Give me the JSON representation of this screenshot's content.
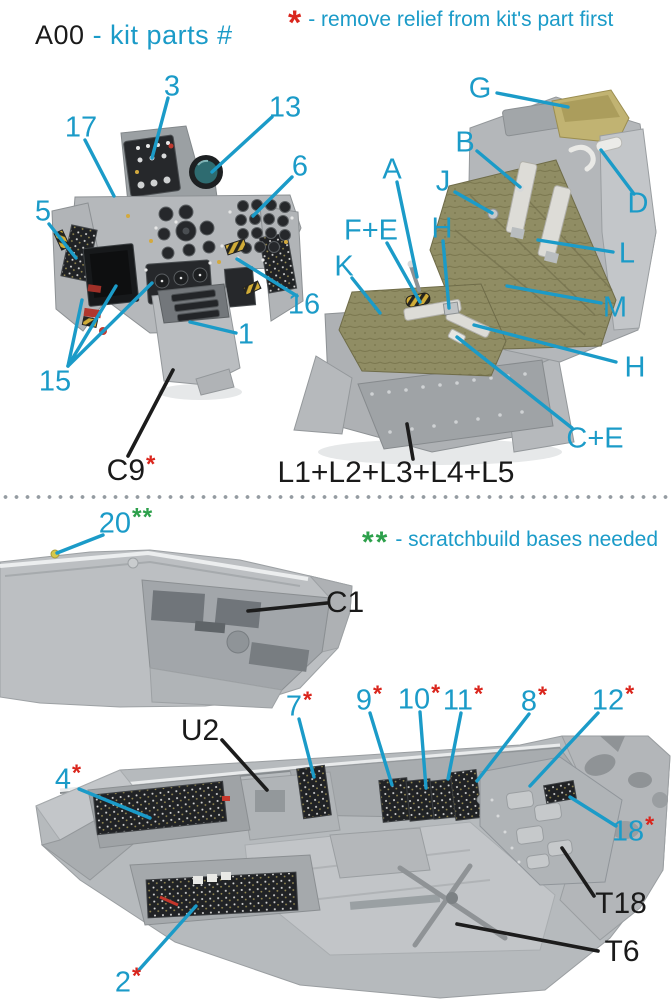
{
  "title": {
    "code": "A00",
    "suffix": "- kit parts #"
  },
  "legend_top": {
    "symbol": "*",
    "text": "- remove relief from kit's part first"
  },
  "legend_bottom": {
    "symbol": "**",
    "text": "- scratchbuild bases needed"
  },
  "colors": {
    "accent": "#1b9bc8",
    "red": "#da251c",
    "green": "#2da04b",
    "ink": "#1a1a1a"
  },
  "panel": {
    "callouts": [
      "3",
      "13",
      "17",
      "6",
      "5",
      "16",
      "1",
      "15"
    ],
    "part_label": "C9",
    "part_star": "*"
  },
  "seat": {
    "callouts": [
      "G",
      "B",
      "A",
      "J",
      "F+E",
      "H",
      "K",
      "D",
      "L",
      "M",
      "H",
      "C+E"
    ],
    "part_label": "L1+L2+L3+L4+L5"
  },
  "lower": {
    "scratch_num": "20",
    "scratch_stars": "**",
    "fuselage_label": "C1",
    "tub_label": "U2",
    "star": "*",
    "starred": [
      "7",
      "9",
      "10",
      "11",
      "8",
      "12",
      "4",
      "18",
      "2"
    ],
    "frame_labels": [
      "T18",
      "T6"
    ]
  }
}
